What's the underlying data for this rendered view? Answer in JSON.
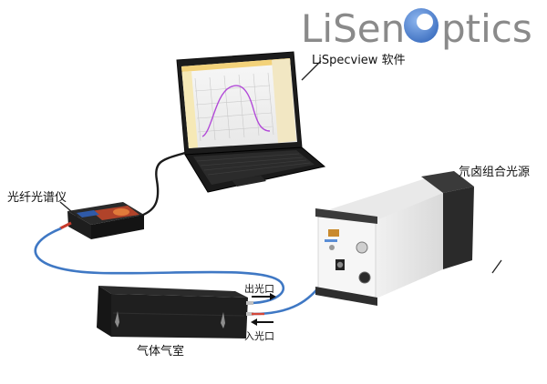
{
  "logo": {
    "part1": "LiSen",
    "part2": "ptics"
  },
  "labels": {
    "software": "LiSpecview 软件",
    "light_source": "氘卤组合光源",
    "spectrometer": "光纤光谱仪",
    "gas_cell": "气体气室",
    "light_out": "出光口",
    "light_in": "入光口"
  },
  "colors": {
    "logo_gray": "#8a8a8a",
    "logo_blue": "#5b8ed6",
    "fiber_blue": "#3f78c4",
    "curve_purple": "#b24ad8"
  }
}
